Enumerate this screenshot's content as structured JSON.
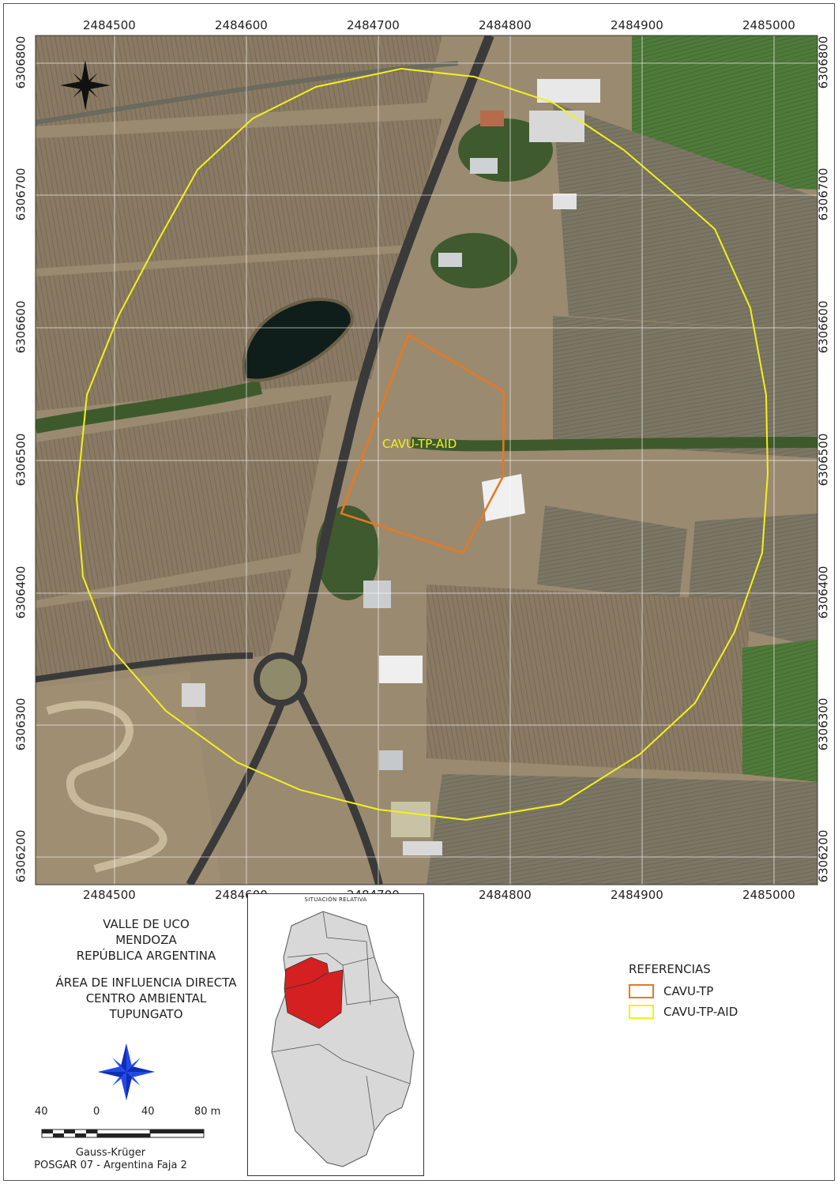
{
  "map": {
    "x_ticks": [
      "2484500",
      "2484600",
      "2484700",
      "2484800",
      "2484900",
      "2485000"
    ],
    "y_ticks": [
      "6306800",
      "6306700",
      "6306600",
      "6306500",
      "6306400",
      "6306300",
      "6306200"
    ],
    "site_label": "CAVU-TP-AID",
    "colors": {
      "site": "#e8781e",
      "aid": "#f2f21a",
      "inset_selected": "#d42020",
      "inset_other": "#d8d8d8"
    }
  },
  "title_block": {
    "line1": "VALLE DE UCO",
    "line2": "MENDOZA",
    "line3": "REPÚBLICA ARGENTINA",
    "line4": "ÁREA DE INFLUENCIA DIRECTA",
    "line5": "CENTRO AMBIENTAL",
    "line6": "TUPUNGATO"
  },
  "inset": {
    "title": "SITUACIÓN RELATIVA"
  },
  "legend": {
    "title": "REFERENCIAS",
    "items": [
      {
        "label": "CAVU-TP",
        "color": "#e8781e"
      },
      {
        "label": "CAVU-TP-AID",
        "color": "#f2f21a"
      }
    ]
  },
  "scale": {
    "labels": [
      "40",
      "0",
      "40",
      "80 m"
    ]
  },
  "projection": {
    "line1": "Gauss-Krüger",
    "line2": "POSGAR 07 - Argentina Faja 2"
  },
  "icons": [
    "north-arrow-icon",
    "compass-rose-icon"
  ]
}
